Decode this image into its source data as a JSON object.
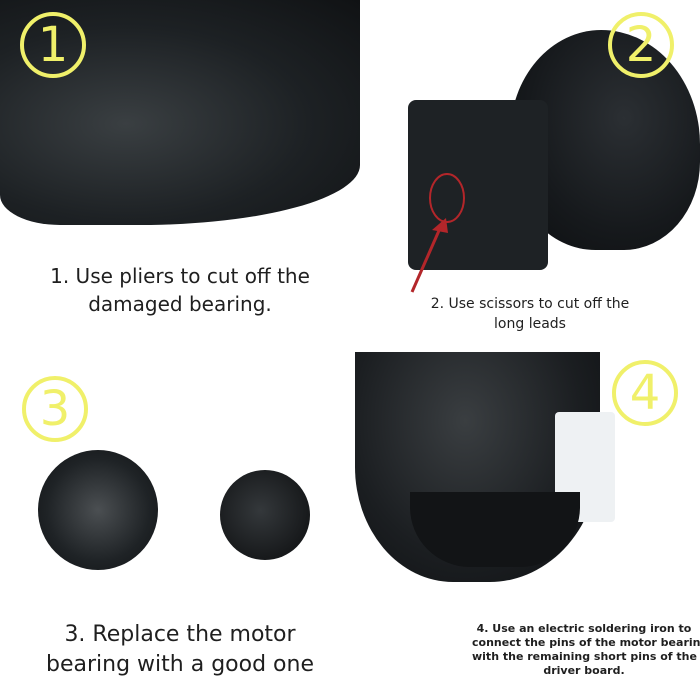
{
  "steps": [
    {
      "badge": "1",
      "caption_lines": [
        "1.  Use pliers to cut off the",
        "damaged bearing."
      ]
    },
    {
      "badge": "2",
      "caption_lines": [
        "2.  Use scissors to cut off the",
        "long leads"
      ]
    },
    {
      "badge": "3",
      "caption_lines": [
        "3.  Replace the motor",
        "bearing with a good one"
      ]
    },
    {
      "badge": "4",
      "caption_lines": [
        "4.  Use an electric soldering iron to",
        "connect the pins of the motor bearing",
        "with the remaining short pins of the",
        "driver board."
      ]
    }
  ],
  "colors": {
    "badge": "#f0f06a",
    "callout_arrow": "#b3262a",
    "caption_text": "#1f1f1f"
  }
}
